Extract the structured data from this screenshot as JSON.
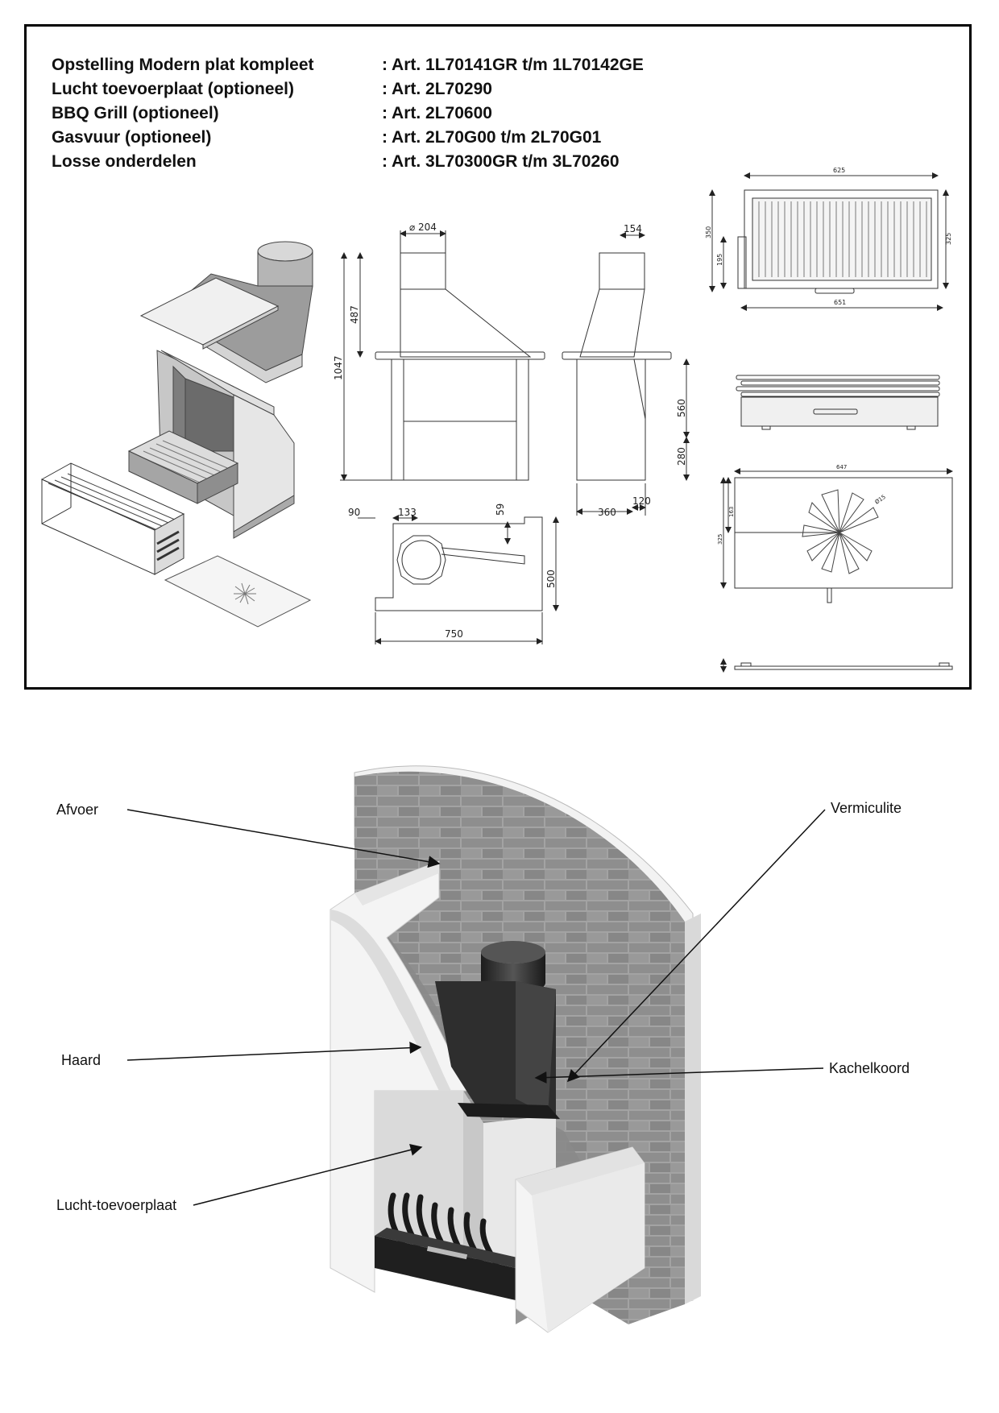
{
  "specs": [
    {
      "name": "Opstelling Modern plat kompleet",
      "art": ": Art. 1L70141GR t/m 1L70142GE"
    },
    {
      "name": "Lucht toevoerplaat (optioneel)",
      "art": ": Art. 2L70290"
    },
    {
      "name": "BBQ Grill (optioneel)",
      "art": ": Art. 2L70600"
    },
    {
      "name": "Gasvuur (optioneel)",
      "art": ": Art. 2L70G00 t/m 2L70G01"
    },
    {
      "name": "Losse onderdelen",
      "art": ": Art. 3L70300GR t/m 3L70260"
    }
  ],
  "dimensions": {
    "front_diameter": "⌀ 204",
    "front_hood": "487",
    "front_height": "1047",
    "side_top": "154",
    "side_mid": "560",
    "side_low": "280",
    "side_depth": "360",
    "side_back": "120",
    "top_90": "90",
    "top_133": "133",
    "top_59": "59",
    "top_500": "500",
    "top_width": "750",
    "grill_width": "625",
    "grill_h1": "350",
    "grill_h2": "195",
    "grill_right": "325",
    "grill_bottom": "651",
    "plate_width": "647",
    "plate_h": "325",
    "plate_h2": "163",
    "plate_d": "Ø15"
  },
  "callouts": {
    "afvoer": "Afvoer",
    "vermiculite": "Vermiculite",
    "haard": "Haard",
    "kachelkoord": "Kachelkoord",
    "lucht": "Lucht-toevoerplaat"
  },
  "colors": {
    "frame": "#000000",
    "steel": "#8c8c8c",
    "dark_steel": "#2b2b2b",
    "brick": "#9a9a9a",
    "wall": "#eeeeee"
  }
}
